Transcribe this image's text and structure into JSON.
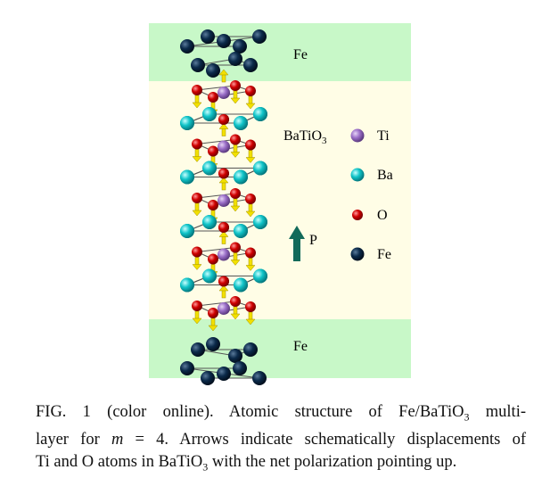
{
  "figure": {
    "labels": {
      "fe_top": "Fe",
      "batio3_main": "BaTi",
      "batio3_o": "O",
      "batio3_sub": "3",
      "fe_bottom": "Fe",
      "polarization": "P"
    },
    "legend": [
      {
        "label": "Ti",
        "color": "#9b6fc8"
      },
      {
        "label": "Ba",
        "color": "#10c4c8"
      },
      {
        "label": "O",
        "color": "#d00000"
      },
      {
        "label": "Fe",
        "color": "#0b2a4a"
      }
    ],
    "colors": {
      "fe_region": "#c8f8c8",
      "batio3_region": "#fffde6",
      "arrow": "#f2e000",
      "polarization_arrow": "#126a5a"
    },
    "layers": {
      "m": 4
    }
  },
  "caption": {
    "line1_a": "FIG. 1 (color online).   Atomic structure of Fe/BaTiO",
    "line1_sub": "3",
    "line1_b": " multi-",
    "line2_a": "layer for ",
    "line2_m": "m",
    "line2_b": " = 4. Arrows indicate schematically displacements of",
    "line3_a": "Ti and O atoms in BaTiO",
    "line3_sub": "3",
    "line3_b": " with the net polarization pointing up."
  }
}
